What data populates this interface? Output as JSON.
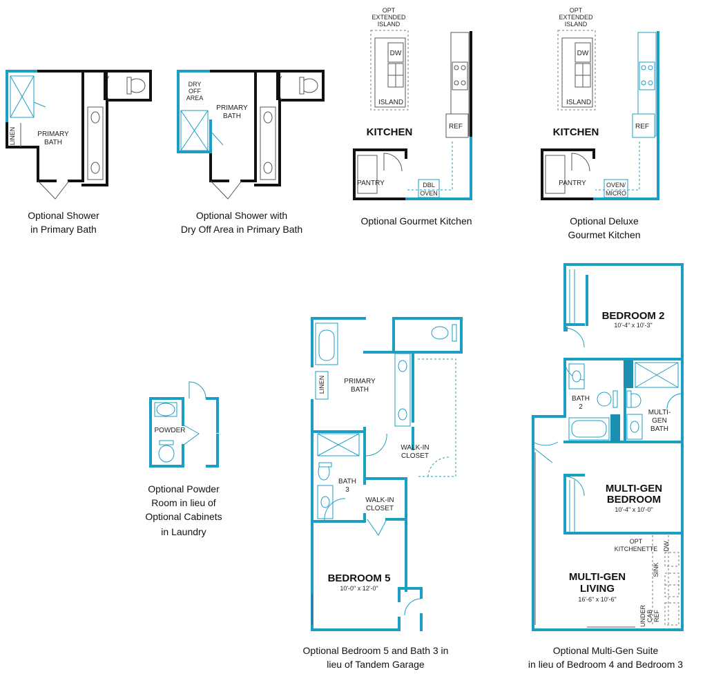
{
  "colors": {
    "wall": "#111111",
    "option_wall": "#1a9ec4",
    "fixture": "#555555"
  },
  "plan1": {
    "room": "PRIMARY",
    "room2": "BATH",
    "linen": "LINEN",
    "caption": [
      "Optional Shower",
      "in Primary Bath"
    ]
  },
  "plan2": {
    "dry": [
      "DRY",
      "OFF",
      "AREA"
    ],
    "room": "PRIMARY",
    "room2": "BATH",
    "caption": [
      "Optional Shower with",
      "Dry Off Area in Primary Bath"
    ]
  },
  "plan3": {
    "opt": [
      "OPT",
      "EXTENDED",
      "ISLAND"
    ],
    "dw": "DW",
    "island": "ISLAND",
    "kitchen": "KITCHEN",
    "ref": "REF",
    "pantry": "PANTRY",
    "oven": [
      "DBL",
      "OVEN"
    ],
    "caption": [
      "Optional Gourmet Kitchen"
    ]
  },
  "plan4": {
    "opt": [
      "OPT",
      "EXTENDED",
      "ISLAND"
    ],
    "dw": "DW",
    "island": "ISLAND",
    "kitchen": "KITCHEN",
    "ref": "REF",
    "pantry": "PANTRY",
    "oven": [
      "OVEN/",
      "MICRO"
    ],
    "caption": [
      "Optional Deluxe",
      "Gourmet Kitchen"
    ]
  },
  "plan5": {
    "powder": "POWDER",
    "caption": [
      "Optional Powder",
      "Room in lieu of",
      "Optional Cabinets",
      "in Laundry"
    ]
  },
  "plan6": {
    "linen": "LINEN",
    "primary": [
      "PRIMARY",
      "BATH"
    ],
    "walkin1": [
      "WALK-IN",
      "CLOSET"
    ],
    "bath3": [
      "BATH",
      "3"
    ],
    "walkin2": [
      "WALK-IN",
      "CLOSET"
    ],
    "bedroom": "BEDROOM 5",
    "bedroom_dim": "10'-0\" x 12'-0\"",
    "caption": [
      "Optional Bedroom 5 and Bath 3 in",
      "lieu of Tandem Garage"
    ]
  },
  "plan7": {
    "bedroom2": "BEDROOM 2",
    "bedroom2_dim": "10'-4\" x 10'-3\"",
    "bath2": [
      "BATH",
      "2"
    ],
    "mgbath": [
      "MULTI-",
      "GEN",
      "BATH"
    ],
    "mgbed": [
      "MULTI-GEN",
      "BEDROOM"
    ],
    "mgbed_dim": "10'-4\" x 10'-0\"",
    "kitchenette": [
      "OPT",
      "KITCHENETTE"
    ],
    "dw": "DW",
    "sink": "SINK",
    "mgliving": [
      "MULTI-GEN",
      "LIVING"
    ],
    "mgliving_dim": "16'-6\" x 10'-6\"",
    "undercab": [
      "UNDER",
      "CAB",
      "REF"
    ],
    "caption": [
      "Optional Multi-Gen Suite",
      "in lieu of Bedroom 4 and Bedroom 3"
    ]
  }
}
